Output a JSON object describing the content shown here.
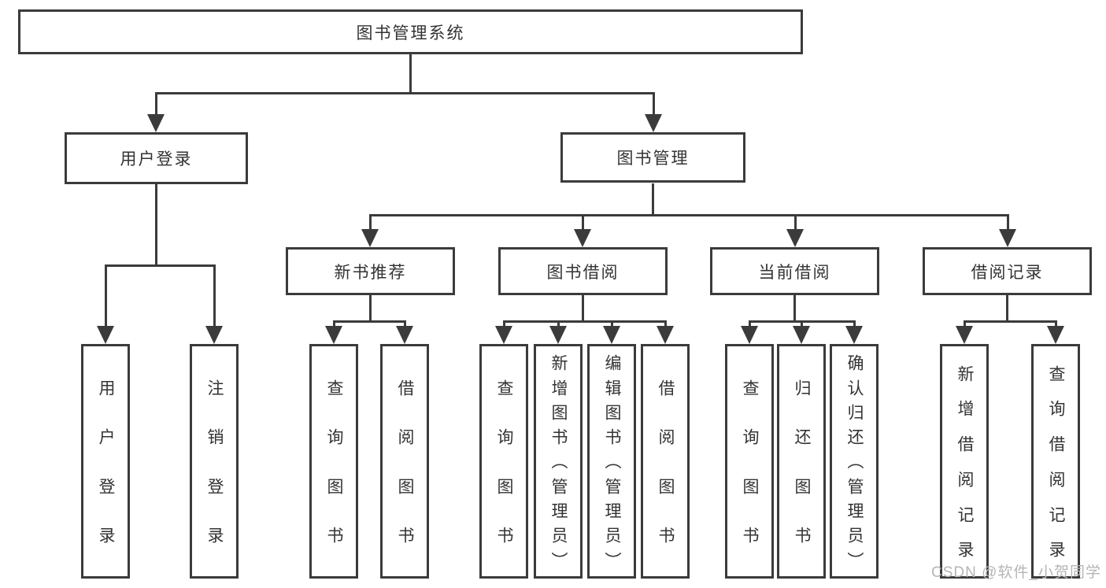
{
  "diagram": {
    "root": "图书管理系统",
    "level1": {
      "user_login": "用户登录",
      "book_mgmt": "图书管理"
    },
    "level2": {
      "new_books": "新书推荐",
      "book_borrow": "图书借阅",
      "current_borrow": "当前借阅",
      "borrow_records": "借阅记录"
    },
    "leaves": {
      "user_login": [
        "用户登录",
        "注销登录"
      ],
      "new_books": [
        "查询图书",
        "借阅图书"
      ],
      "book_borrow": [
        "查询图书",
        "新增图书（管理员）",
        "编辑图书（管理员）",
        "借阅图书"
      ],
      "current_borrow": [
        "查询图书",
        "归还图书",
        "确认归还（管理员）"
      ],
      "borrow_records": [
        "新增借阅记录",
        "查询借阅记录"
      ]
    }
  },
  "watermark": {
    "text": "CSDN @软件_小贺同学"
  },
  "colors": {
    "line": "#3b3b3b",
    "text": "#333333",
    "watermark": "#b5b5b5",
    "background": "#ffffff"
  }
}
